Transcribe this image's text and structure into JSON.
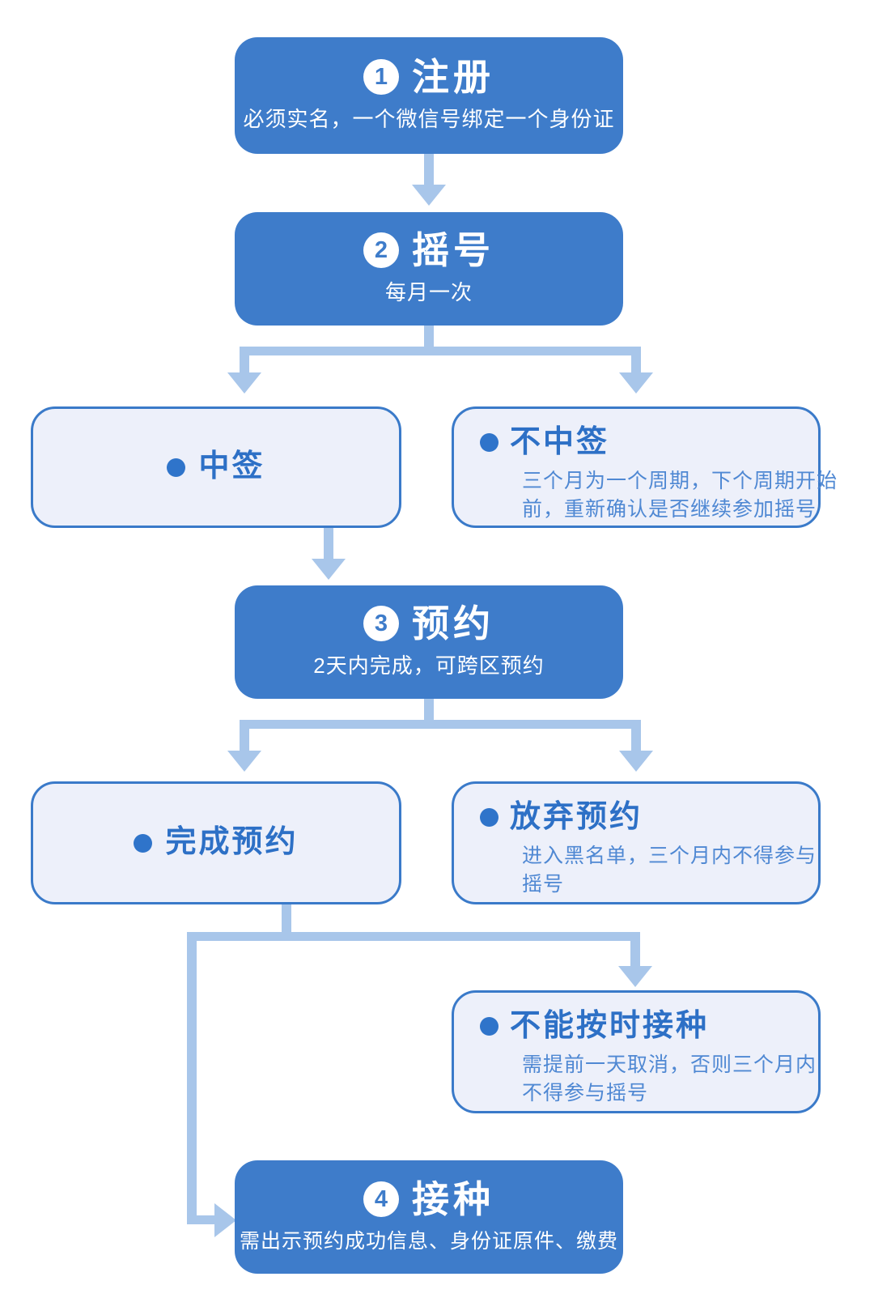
{
  "palette": {
    "step_box_blue": "#3e7cca",
    "light_box_bg": "#edf0fa",
    "light_box_border": "#3a7ac9",
    "connector_blue": "#a8c6ea",
    "outcome_title_blue": "#2d70c6",
    "outcome_desc_blue": "#4f88d3"
  },
  "flow": {
    "steps": [
      {
        "number": "1",
        "title": "注册",
        "subtitle": "必须实名，一个微信号绑定一个身份证"
      },
      {
        "number": "2",
        "title": "摇号",
        "subtitle": "每月一次"
      },
      {
        "number": "3",
        "title": "预约",
        "subtitle": "2天内完成，可跨区预约"
      },
      {
        "number": "4",
        "title": "接种",
        "subtitle": "需出示预约成功信息、身份证原件、缴费"
      }
    ],
    "outcomes": {
      "win": {
        "title": "中签"
      },
      "lose": {
        "title": "不中签",
        "desc_lines": [
          "三个月为一个周期，下个周期开始",
          "前，重新确认是否继续参加摇号"
        ]
      },
      "complete": {
        "title": "完成预约"
      },
      "abandon": {
        "title": "放弃预约",
        "desc_lines": [
          "进入黑名单，三个月内不得参与",
          "摇号"
        ]
      },
      "miss": {
        "title": "不能按时接种",
        "desc_lines": [
          "需提前一天取消，否则三个月内",
          "不得参与摇号"
        ]
      }
    }
  }
}
